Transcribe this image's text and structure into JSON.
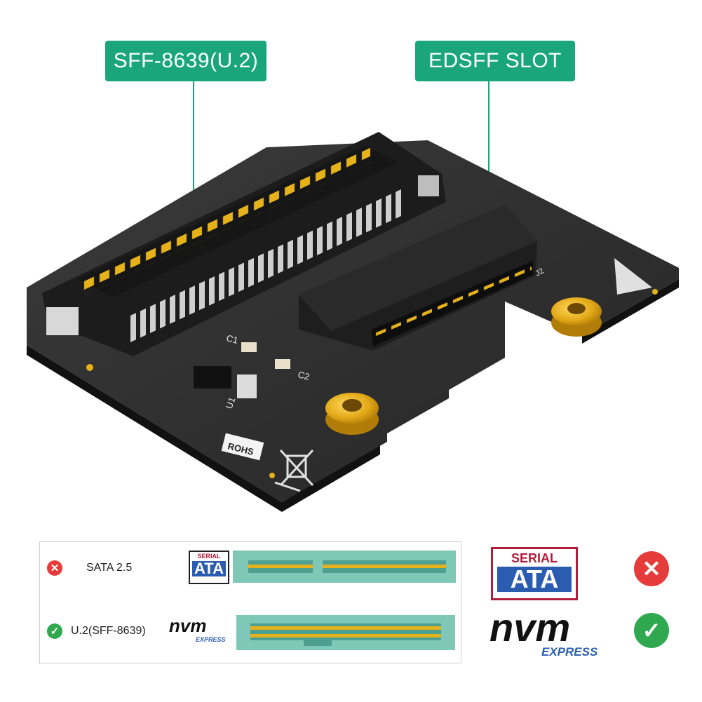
{
  "callouts": {
    "left": "SFF-8639(U.2)",
    "right": "EDSFF SLOT"
  },
  "silkscreen": {
    "c1": "C1",
    "c2": "C2",
    "u1": "U1",
    "rohs": "ROHS",
    "j2": "J2"
  },
  "legend": {
    "rows": [
      {
        "label": "SATA 2.5",
        "status": "x-icon",
        "logo_top": "SERIAL",
        "logo_bottom": "ATA"
      },
      {
        "label": "U.2(SFF-8639)",
        "status": "check-icon",
        "logo_top": "nvm",
        "logo_bottom": "EXPRESS"
      }
    ]
  },
  "logos": {
    "sata_top": "SERIAL",
    "sata_bottom": "ATA",
    "nvm": "nvm",
    "express": "EXPRESS"
  },
  "colors": {
    "callout": "#1aa67a",
    "pcb": "#2b2b2b",
    "gold": "#e7b41c",
    "connector_teal": "#7fc8b8",
    "no": "#e63b3b",
    "yes": "#2fa84f"
  }
}
